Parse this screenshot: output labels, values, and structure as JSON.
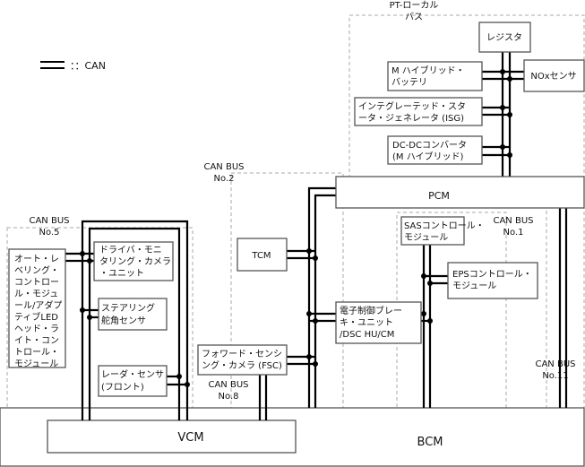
{
  "legend": {
    "label": "：：CAN"
  },
  "buses": {
    "pt_local": [
      "PT-ローカル",
      "バス"
    ],
    "can2": [
      "CAN BUS",
      "No.2"
    ],
    "can5": [
      "CAN BUS",
      "No.5"
    ],
    "can8": [
      "CAN BUS",
      "No.8"
    ],
    "can1": [
      "CAN BUS",
      "No.1"
    ],
    "can11": [
      "CAN BUS",
      "No.11"
    ]
  },
  "modules": {
    "register": "レジスタ",
    "m_hybrid_battery": [
      "M ハイブリッド・",
      "バッテリ"
    ],
    "nox": "NOxセンサ",
    "isg": [
      "インテグレーテッド・スタ",
      "ータ・ジェネレータ (ISG)"
    ],
    "dcdc": [
      "DC-DCコンバータ",
      "(M ハイブリッド)"
    ],
    "pcm": "PCM",
    "tcm": "TCM",
    "sas": [
      "SASコントロール・",
      "モジュール"
    ],
    "eps": [
      "EPSコントロール・",
      "モジュール"
    ],
    "brake": [
      "電子制御ブレー",
      "キ・ユニット",
      "/DSC HU/CM"
    ],
    "fsc": [
      "フォワード・センシ",
      "ング・カメラ (FSC)"
    ],
    "driver_cam": [
      "ドライバ・モニ",
      "タリング・カメラ",
      "・ユニット"
    ],
    "steering": [
      "ステアリング",
      "舵角センサ"
    ],
    "radar": [
      "レーダ・センサ",
      "(フロント)"
    ],
    "headlight": [
      "オート・レ",
      "ベリング・",
      "コントロー",
      "ル・モジュ",
      "ール/アダプ",
      "ティブLED",
      "ヘッド・ラ",
      "イト・コン",
      "トロール・",
      "モジュール"
    ],
    "vcm": "VCM",
    "bcm": "BCM"
  }
}
